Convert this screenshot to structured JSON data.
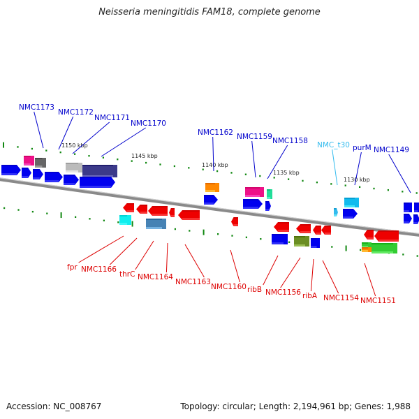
{
  "title": "Neisseria meningitidis FAM18, complete genome",
  "footer": {
    "accession": "Accession: NC_008767",
    "summary": "Topology: circular; Length: 2,194,961 bp; Genes: 1,988"
  },
  "colors": {
    "forward_label": "#0000cc",
    "reverse_label": "#dd0000",
    "trna_label": "#33bbee",
    "tick": "#118811",
    "backbone": "#888888"
  },
  "scale_labels": [
    {
      "text": "1150 kbp",
      "kbp": 1150
    },
    {
      "text": "1145 kbp",
      "kbp": 1145
    },
    {
      "text": "1140 kbp",
      "kbp": 1140
    },
    {
      "text": "1135 kbp",
      "kbp": 1135
    },
    {
      "text": "1130 kbp",
      "kbp": 1130
    }
  ],
  "forward_labels": [
    {
      "text": "NMC1173",
      "color": "#0000cc"
    },
    {
      "text": "NMC1172",
      "color": "#0000cc"
    },
    {
      "text": "NMC1171",
      "color": "#0000cc"
    },
    {
      "text": "NMC1170",
      "color": "#0000cc"
    },
    {
      "text": "NMC1162",
      "color": "#0000cc"
    },
    {
      "text": "NMC1159",
      "color": "#0000cc"
    },
    {
      "text": "NMC1158",
      "color": "#0000cc"
    },
    {
      "text": "NMC_t30",
      "color": "#33bbee"
    },
    {
      "text": "purM",
      "color": "#0000cc"
    },
    {
      "text": "NMC1149",
      "color": "#0000cc"
    }
  ],
  "reverse_labels": [
    {
      "text": "fpr"
    },
    {
      "text": "NMC1166"
    },
    {
      "text": "thrC"
    },
    {
      "text": "NMC1164"
    },
    {
      "text": "NMC1163"
    },
    {
      "text": "NMC1160"
    },
    {
      "text": "ribB"
    },
    {
      "text": "NMC1156"
    },
    {
      "text": "ribA"
    },
    {
      "text": "NMC1154"
    },
    {
      "text": "NMC1151"
    }
  ]
}
